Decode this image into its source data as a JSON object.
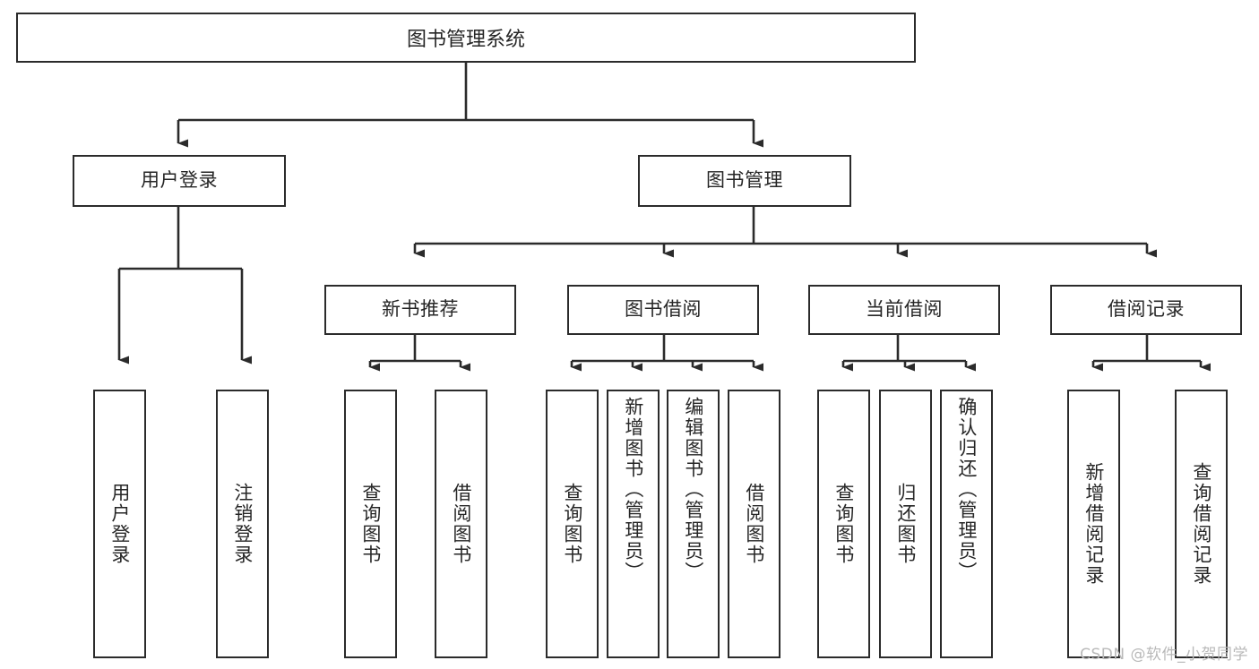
{
  "diagram": {
    "type": "tree",
    "title": "图书管理系统",
    "root": {
      "label": "图书管理系统"
    },
    "level2": [
      {
        "id": "user-login",
        "label": "用户登录"
      },
      {
        "id": "book-manage",
        "label": "图书管理"
      }
    ],
    "level3": [
      {
        "id": "new-book-recommend",
        "label": "新书推荐",
        "parent": "book-manage"
      },
      {
        "id": "book-borrow",
        "label": "图书借阅",
        "parent": "book-manage"
      },
      {
        "id": "current-borrow",
        "label": "当前借阅",
        "parent": "book-manage"
      },
      {
        "id": "borrow-record",
        "label": "借阅记录",
        "parent": "book-manage"
      }
    ],
    "leaves": [
      {
        "id": "leaf-user-login",
        "label": "用户登录",
        "parent": "user-login",
        "centered": true
      },
      {
        "id": "leaf-user-logout",
        "label": "注销登录",
        "parent": "user-login",
        "centered": true
      },
      {
        "id": "leaf-query-book-1",
        "label": "查询图书",
        "parent": "new-book-recommend",
        "centered": true
      },
      {
        "id": "leaf-borrow-book-1",
        "label": "借阅图书",
        "parent": "new-book-recommend",
        "centered": true
      },
      {
        "id": "leaf-query-book-2",
        "label": "查询图书",
        "parent": "book-borrow",
        "centered": true
      },
      {
        "id": "leaf-add-book-admin",
        "label": "新增图书（管理员）",
        "parent": "book-borrow",
        "centered": false
      },
      {
        "id": "leaf-edit-book-admin",
        "label": "编辑图书（管理员）",
        "parent": "book-borrow",
        "centered": false
      },
      {
        "id": "leaf-borrow-book-2",
        "label": "借阅图书",
        "parent": "book-borrow",
        "centered": true
      },
      {
        "id": "leaf-query-book-3",
        "label": "查询图书",
        "parent": "current-borrow",
        "centered": true
      },
      {
        "id": "leaf-return-book",
        "label": "归还图书",
        "parent": "current-borrow",
        "centered": true
      },
      {
        "id": "leaf-confirm-return-admin",
        "label": "确认归还（管理员）",
        "parent": "current-borrow",
        "centered": false
      },
      {
        "id": "leaf-add-borrow-record",
        "label": "新增借阅记录",
        "parent": "borrow-record",
        "centered": true
      },
      {
        "id": "leaf-query-borrow-record",
        "label": "查询借阅记录",
        "parent": "borrow-record",
        "centered": true
      }
    ],
    "colors": {
      "stroke": "#2b2b2b",
      "text": "#262626",
      "background": "#ffffff",
      "watermark": "#b9b9b9"
    }
  },
  "watermark": {
    "text": "CSDN @软件_小贺同学"
  }
}
